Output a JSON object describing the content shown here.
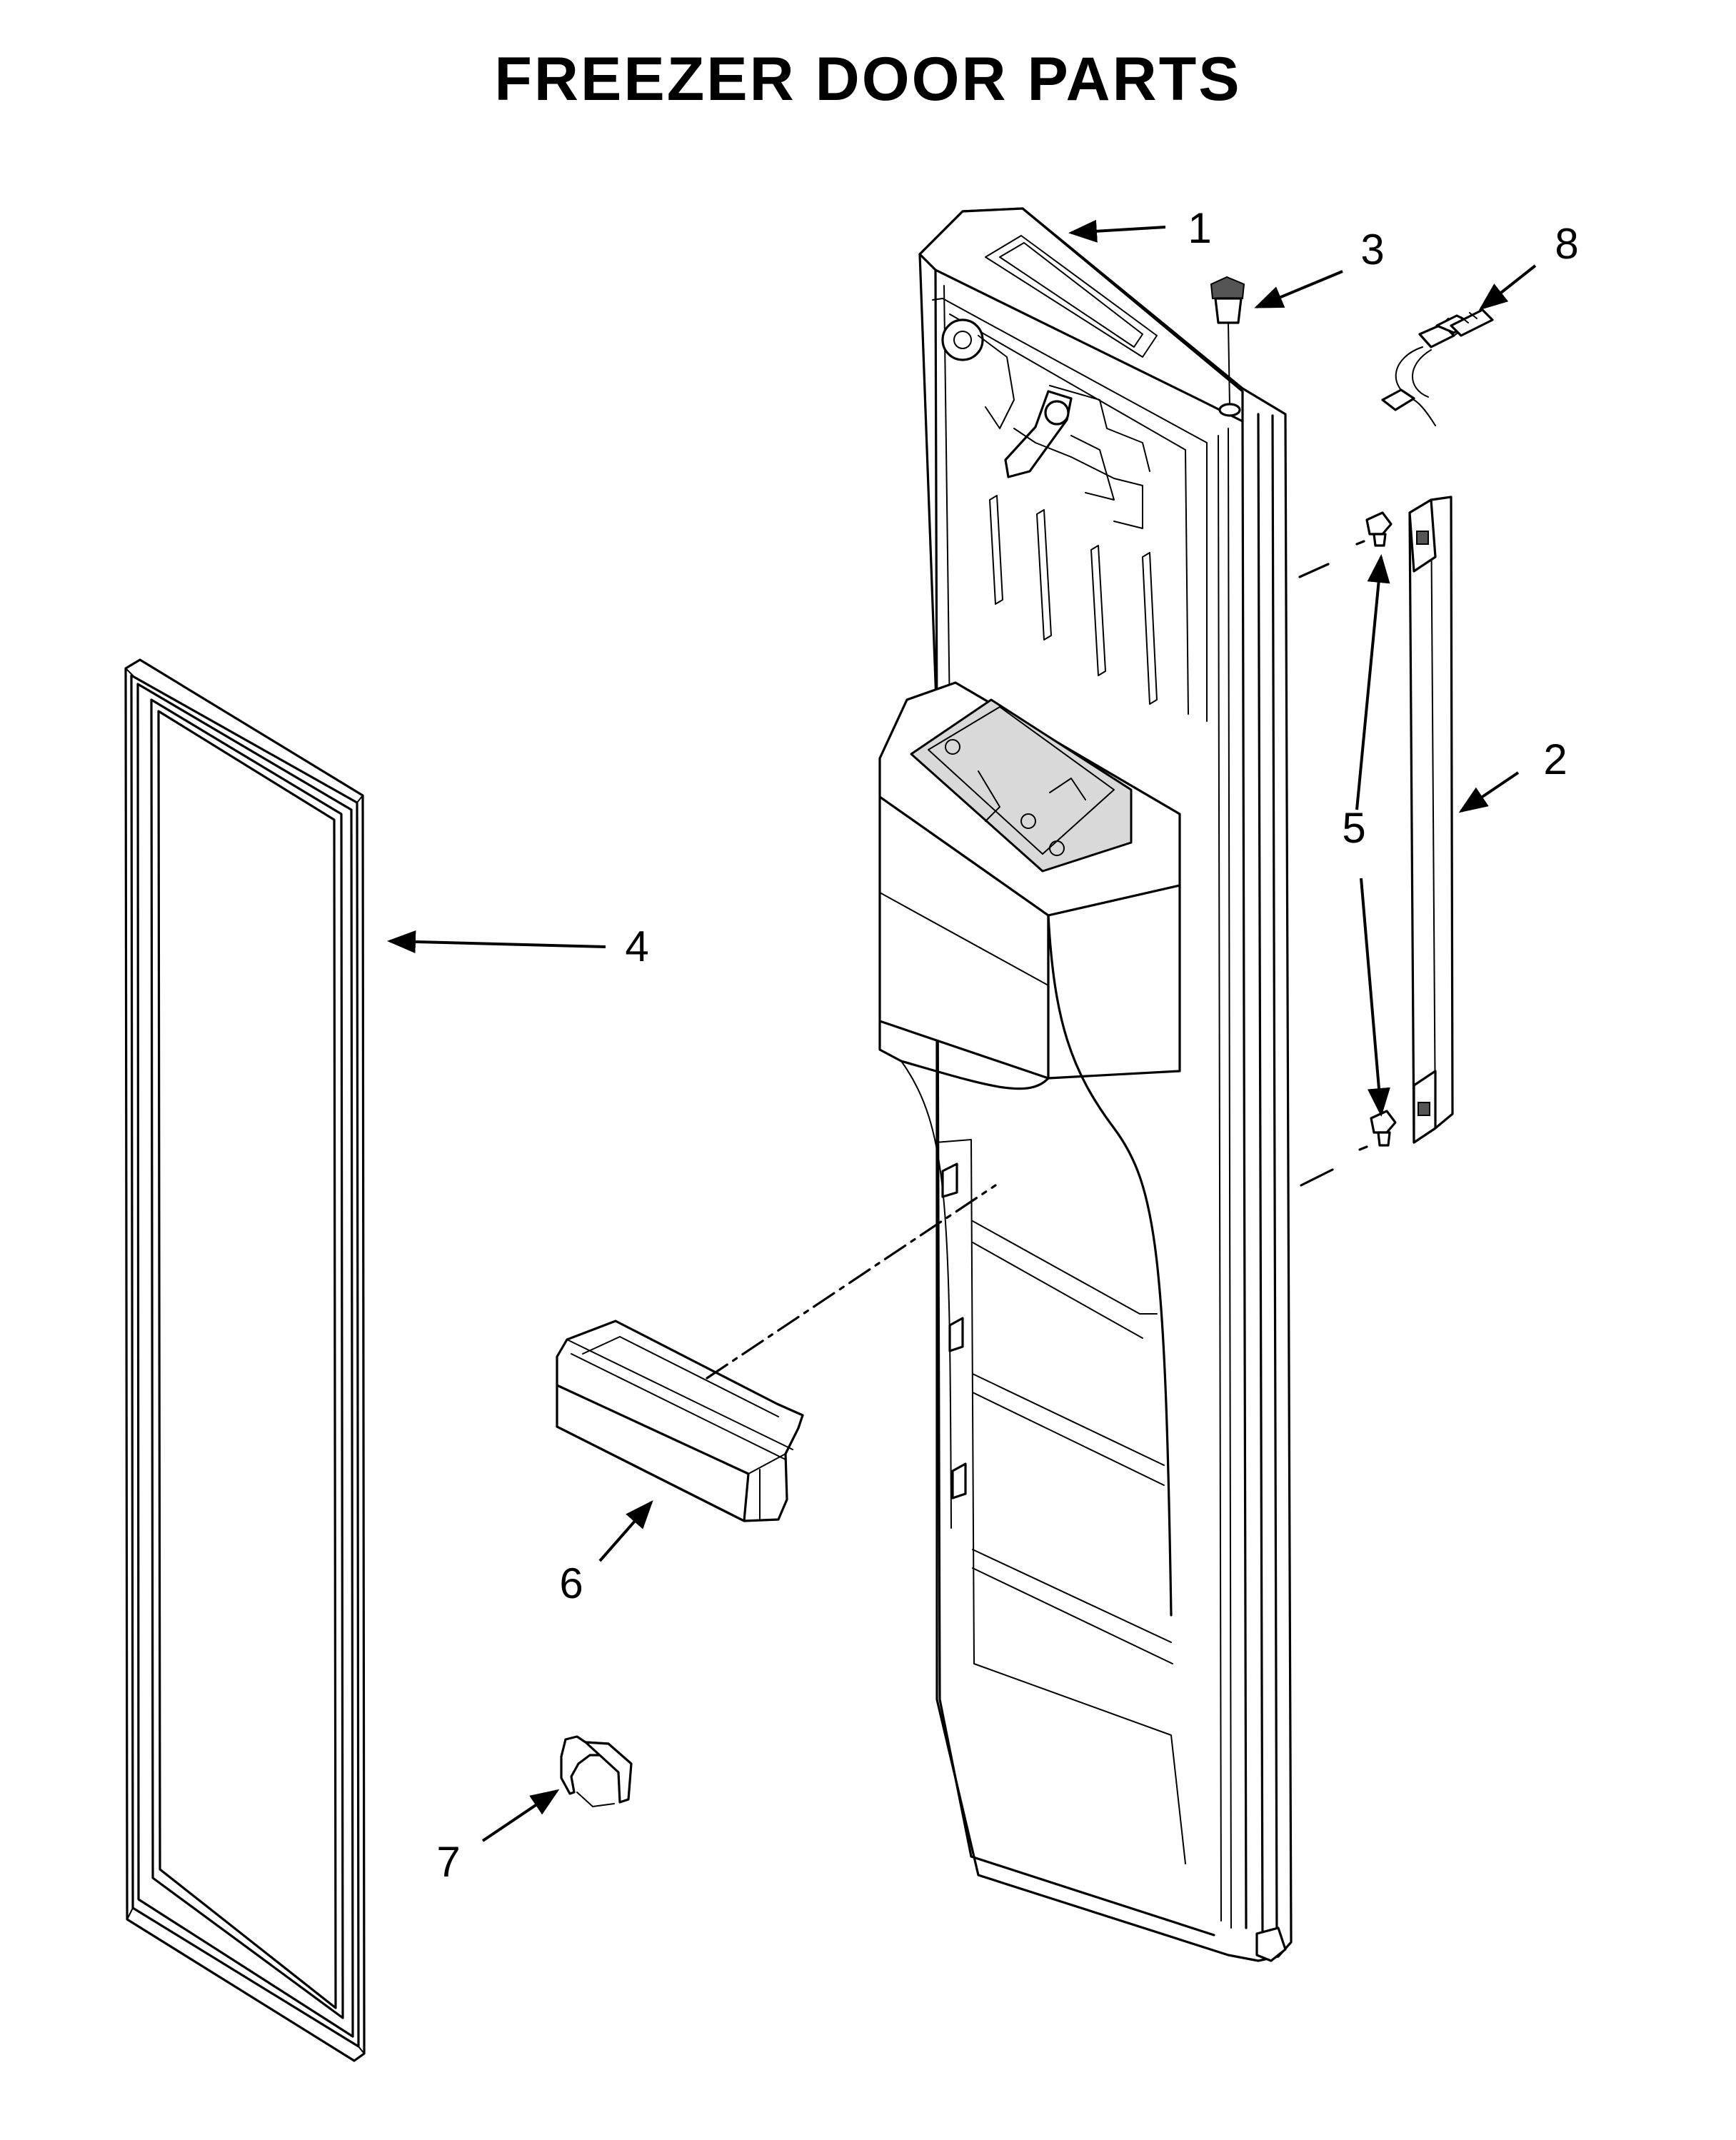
{
  "title": "FREEZER DOOR PARTS",
  "callouts": {
    "c1": "1",
    "c2": "2",
    "c3": "3",
    "c4": "4",
    "c5": "5",
    "c6": "6",
    "c7": "7",
    "c8": "8"
  }
}
